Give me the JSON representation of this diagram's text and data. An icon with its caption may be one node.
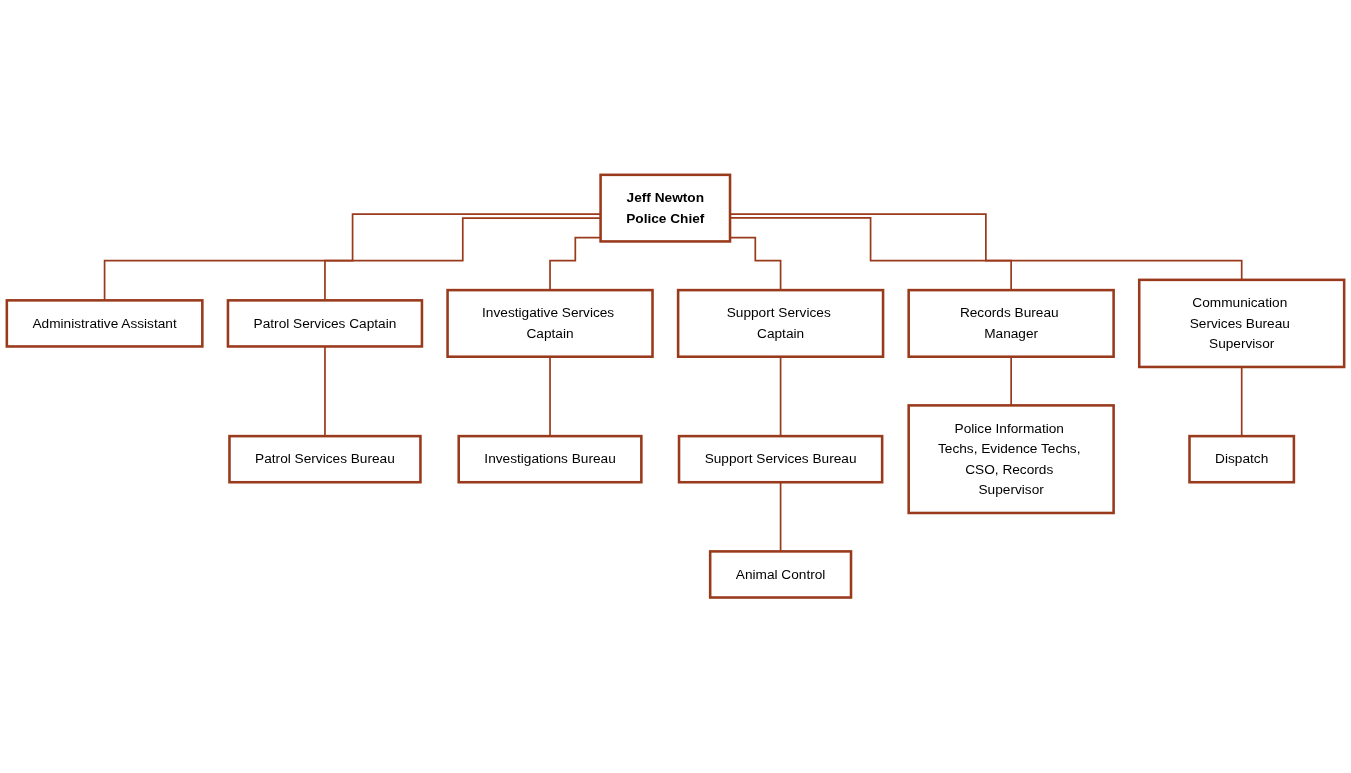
{
  "diagram": {
    "nodes": [
      {
        "text": [
          "Jeff Newton",
          "Police Chief"
        ]
      },
      {
        "text": [
          "Administrative Assistant"
        ]
      },
      {
        "text": [
          "Patrol Services Captain"
        ]
      },
      {
        "text": [
          "Investigative Services Captain"
        ]
      },
      {
        "text": [
          "Support Services Captain"
        ]
      },
      {
        "text": [
          "Records Bureau Manager"
        ]
      },
      {
        "text": [
          "Communication Services Bureau Supervisor"
        ]
      },
      {
        "text": [
          "Patrol Services Bureau"
        ]
      },
      {
        "text": [
          "Investigations Bureau"
        ]
      },
      {
        "text": [
          "Support Services Bureau"
        ]
      },
      {
        "text": [
          "Police Information Techs, Evidence Techs, CSO, Records Supervisor"
        ]
      },
      {
        "text": [
          "Dispatch"
        ]
      },
      {
        "text": [
          "Animal Control"
        ]
      }
    ],
    "edges": [
      {
        "from": 0,
        "to": 1,
        "arrow": "none"
      },
      {
        "from": 0,
        "to": 2,
        "arrow": "none"
      },
      {
        "from": 0,
        "to": 3,
        "arrow": "none"
      },
      {
        "from": 0,
        "to": 4,
        "arrow": "none"
      },
      {
        "from": 0,
        "to": 5,
        "arrow": "none"
      },
      {
        "from": 0,
        "to": 6,
        "arrow": "none"
      },
      {
        "from": 2,
        "to": 7,
        "arrow": "none"
      },
      {
        "from": 3,
        "to": 8,
        "arrow": "none"
      },
      {
        "from": 4,
        "to": 9,
        "arrow": "none"
      },
      {
        "from": 5,
        "to": 10,
        "arrow": "none"
      },
      {
        "from": 6,
        "to": 11,
        "arrow": "none"
      },
      {
        "from": 9,
        "to": 12,
        "arrow": "none"
      }
    ]
  }
}
